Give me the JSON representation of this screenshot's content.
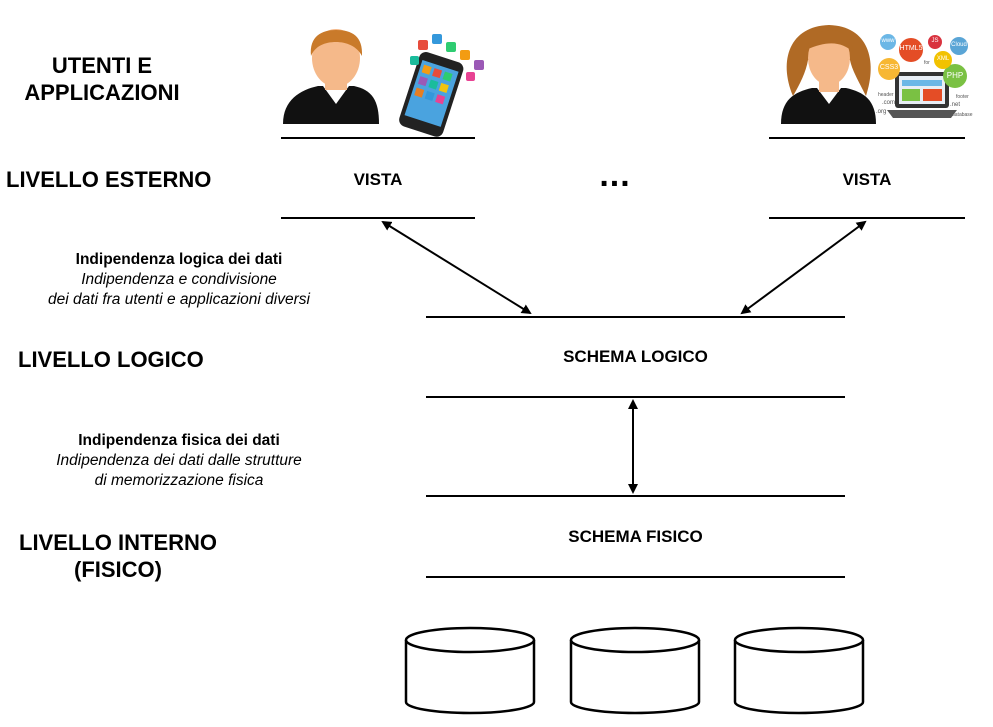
{
  "levels": {
    "users": "UTENTI E\nAPPLICAZIONI",
    "external": "LIVELLO ESTERNO",
    "logical": "LIVELLO LOGICO",
    "internal": "LIVELLO INTERNO\n(FISICO)"
  },
  "views": {
    "left": "VISTA",
    "ellipsis": "...",
    "right": "VISTA"
  },
  "schemas": {
    "logical": "SCHEMA LOGICO",
    "physical": "SCHEMA FISICO"
  },
  "logical_independence": {
    "title": "Indipendenza logica dei dati",
    "line1": "Indipendenza e condivisione",
    "line2": "dei dati fra utenti e applicazioni diversi"
  },
  "physical_independence": {
    "title": "Indipendenza fisica dei dati",
    "line1": "Indipendenza dei dati dalle strutture",
    "line2": "di memorizzazione fisica"
  },
  "tech_cloud": {
    "html5": "HTML5",
    "css3": "CSS3",
    "php": "PHP",
    "xml": "XML",
    "js": "JS",
    "www": "www",
    "cloud": "Cloud",
    "com": ".com",
    "net": ".net",
    "org": ".org",
    "header": "header",
    "footer": "footer",
    "database": "database",
    "for": "for"
  },
  "colors": {
    "skin": "#f5b98a",
    "hair_male": "#c97a2a",
    "hair_female": "#b06a25",
    "shirt": "#111111",
    "html5": "#e44d26",
    "css3": "#f7b733",
    "php": "#7ac143",
    "xml": "#f2c200",
    "js": "#d9333f",
    "www": "#6bb7e6",
    "cloud": "#5aa5d6"
  }
}
